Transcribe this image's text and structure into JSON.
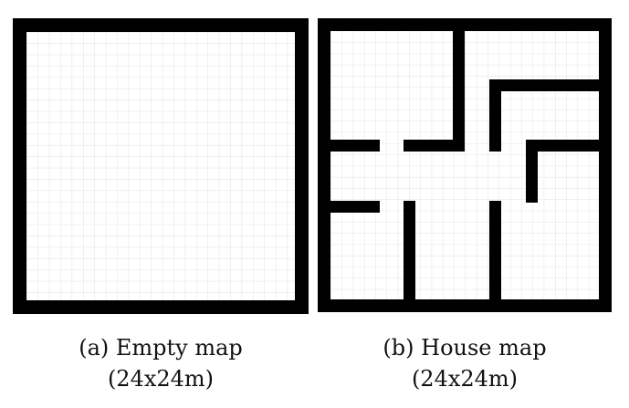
{
  "figures": [
    {
      "id": "a",
      "caption_line1": "(a) Empty map",
      "caption_line2": "(24x24m)"
    },
    {
      "id": "b",
      "caption_line1": "(b) House map",
      "caption_line2": "(24x24m)"
    }
  ],
  "colors": {
    "wall": "#000000",
    "grid": "#e3e3e3",
    "floor": "#ffffff"
  }
}
